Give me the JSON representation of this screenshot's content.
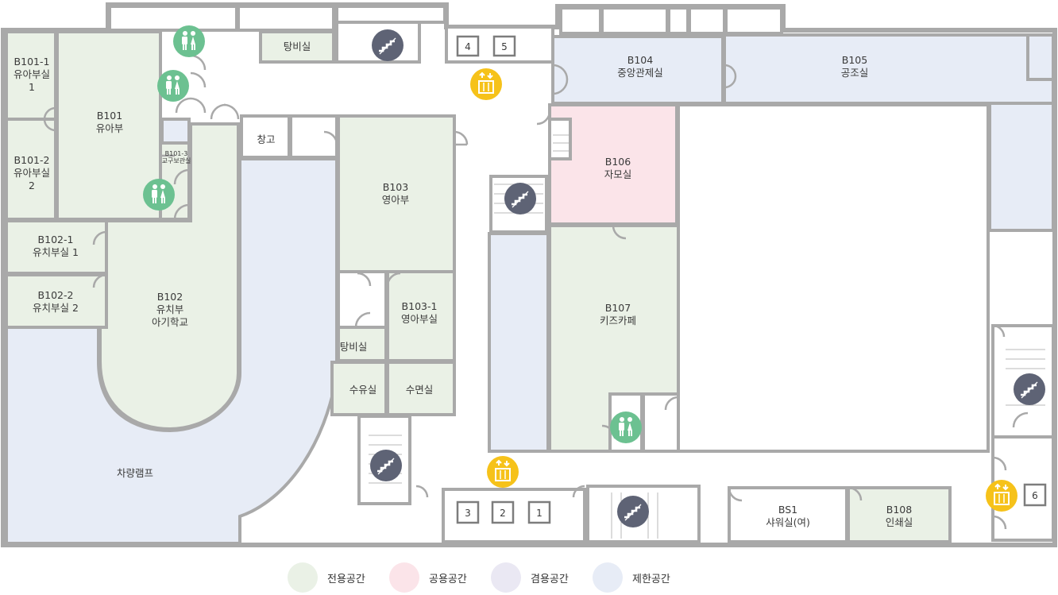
{
  "colors": {
    "wall": "#a9a9a9",
    "dedicated": "#eaf1e6",
    "common": "#fbe4e9",
    "shared": "#eae8f3",
    "restricted": "#e7ecf6",
    "restroom_icon": "#6cc191",
    "elevator_icon": "#f6c21a",
    "stairs_icon": "#5e6375"
  },
  "rooms": {
    "b101_1": "B101-1\n유아부실\n1",
    "b101": "B101\n유아부",
    "b101_2": "B101-2\n유아부실\n2",
    "b101_3": "B101-3\n교구보관실",
    "b102_1": "B102-1\n유치부실 1",
    "b102_2": "B102-2\n유치부실 2",
    "b102": "B102\n유치부\n아기학교",
    "ramp": "차량램프",
    "pantry_top": "탕비실",
    "storage": "창고",
    "b103": "B103\n영아부",
    "b103_1": "B103-1\n영아부실",
    "pantry_mid": "탕비실",
    "nursing": "수유실",
    "sleeping": "수면실",
    "b104": "B104\n중앙관제실",
    "b105": "B105\n공조실",
    "b106": "B106\n자모실",
    "b107": "B107\n키즈카페",
    "bs1": "BS1\n샤워실(여)",
    "b108": "B108\n인쇄실"
  },
  "elevator_numbers": [
    "4",
    "5",
    "3",
    "2",
    "1",
    "6"
  ],
  "icons": {
    "restroom": "restroom-icon",
    "elevator": "elevator-icon",
    "stairs": "stairs-icon"
  },
  "legend": [
    {
      "label": "전용공간",
      "color": "#eaf1e6"
    },
    {
      "label": "공용공간",
      "color": "#fbe4e9"
    },
    {
      "label": "겸용공간",
      "color": "#eae8f3"
    },
    {
      "label": "제한공간",
      "color": "#e7ecf6"
    }
  ]
}
